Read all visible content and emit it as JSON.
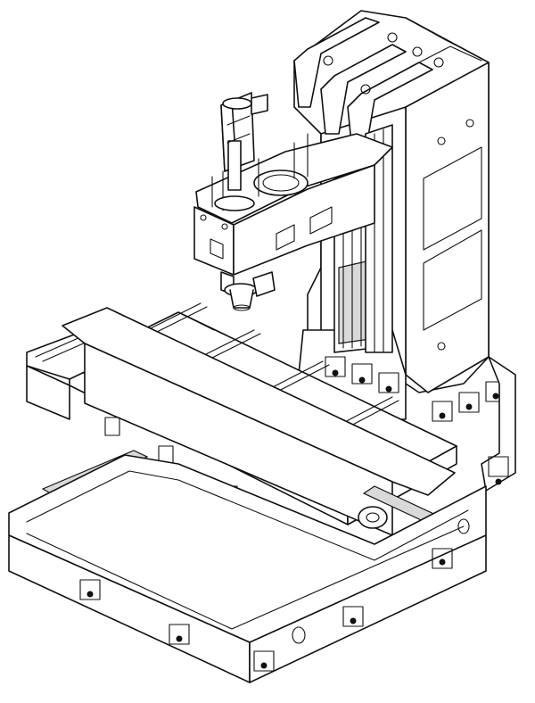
{
  "drawing": {
    "stroke_color": "#111111",
    "fill_color": "#ffffff",
    "parts": [
      "column",
      "spindle-head",
      "tool-changer-cylinder",
      "work-table",
      "saddle",
      "base"
    ]
  }
}
